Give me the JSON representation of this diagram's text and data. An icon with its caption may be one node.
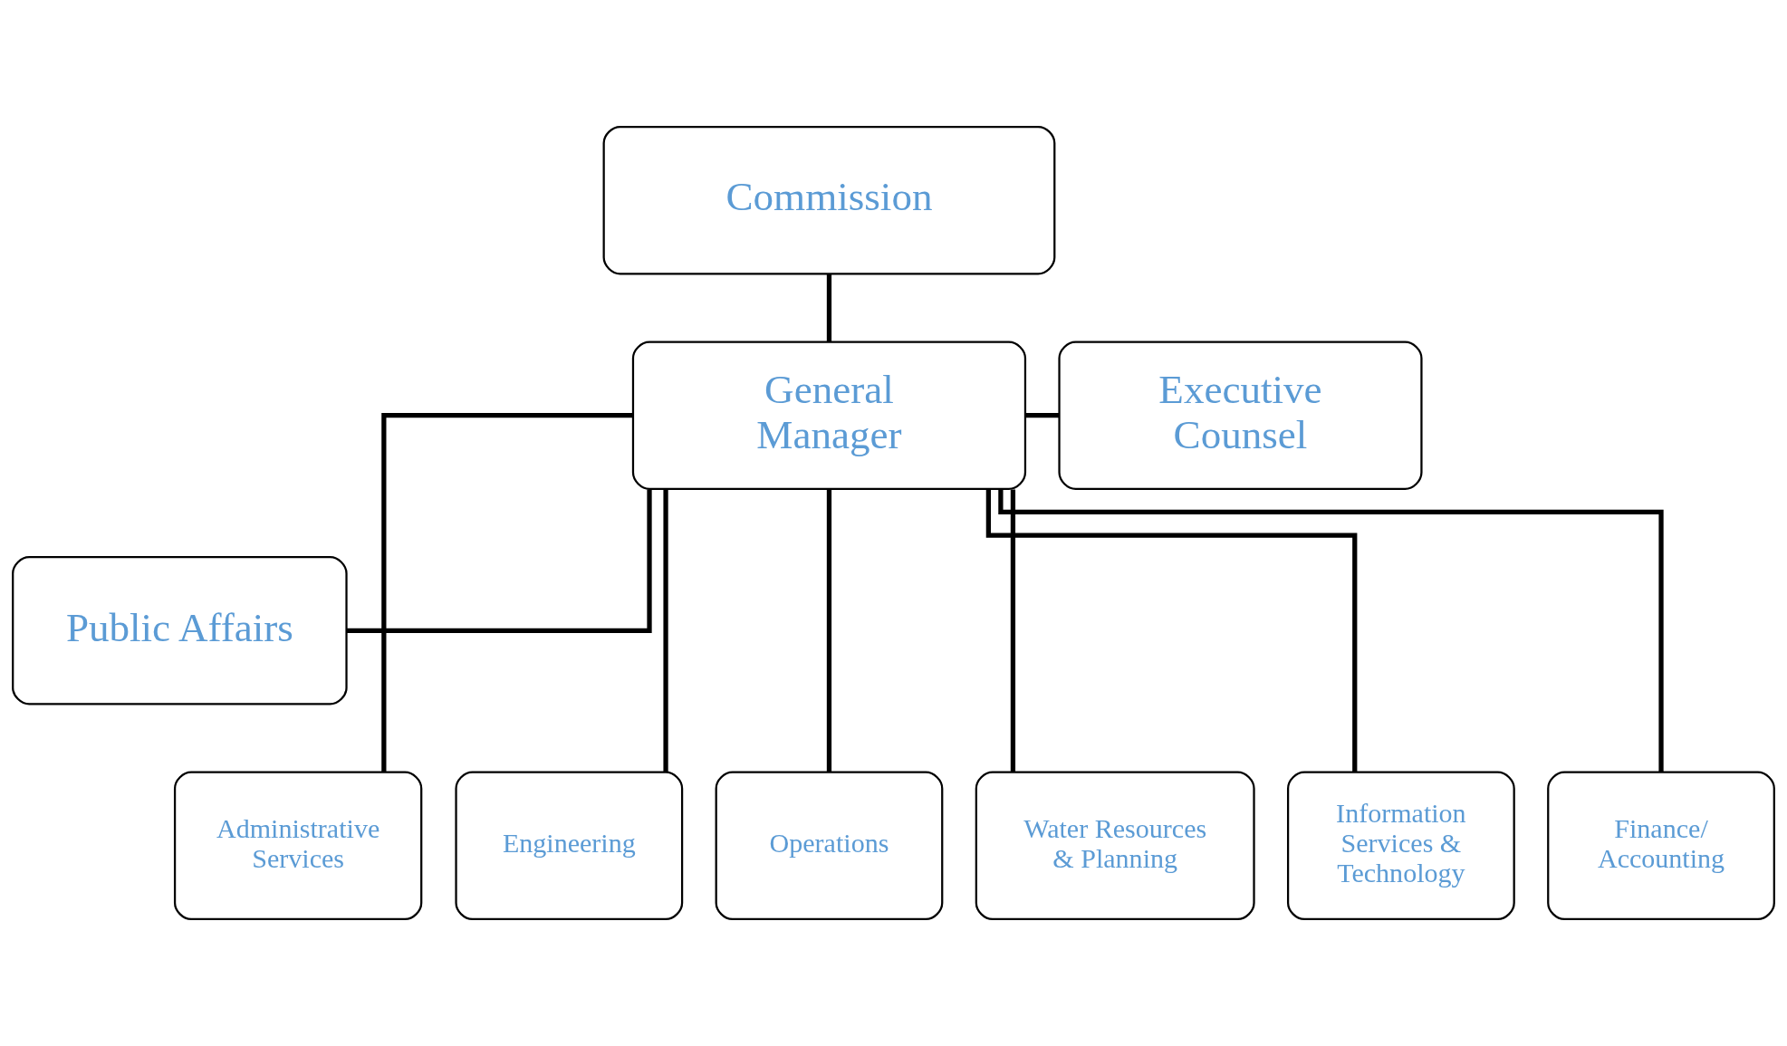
{
  "diagram": {
    "nodes": [
      {
        "text": [
          "Commission"
        ]
      },
      {
        "text": [
          "General Manager"
        ]
      },
      {
        "text": [
          "Executive Counsel"
        ]
      },
      {
        "text": [
          "Public Affairs"
        ]
      },
      {
        "text": [
          "Administrative Services"
        ]
      },
      {
        "text": [
          "Engineering"
        ]
      },
      {
        "text": [
          "Operations"
        ]
      },
      {
        "text": [
          "Water Resources & Planning"
        ]
      },
      {
        "text": [
          "Information Services & Technology"
        ]
      },
      {
        "text": [
          "Finance/ Accounting"
        ]
      }
    ],
    "edges": [
      {
        "from": 0,
        "to": 1,
        "arrow": "none"
      },
      {
        "from": 1,
        "to": 2,
        "arrow": "none"
      },
      {
        "from": 1,
        "to": 3,
        "arrow": "none"
      },
      {
        "from": 1,
        "to": 4,
        "arrow": "none"
      },
      {
        "from": 1,
        "to": 5,
        "arrow": "none"
      },
      {
        "from": 1,
        "to": 6,
        "arrow": "none"
      },
      {
        "from": 1,
        "to": 7,
        "arrow": "none"
      },
      {
        "from": 1,
        "to": 8,
        "arrow": "none"
      },
      {
        "from": 1,
        "to": 9,
        "arrow": "none"
      }
    ]
  }
}
